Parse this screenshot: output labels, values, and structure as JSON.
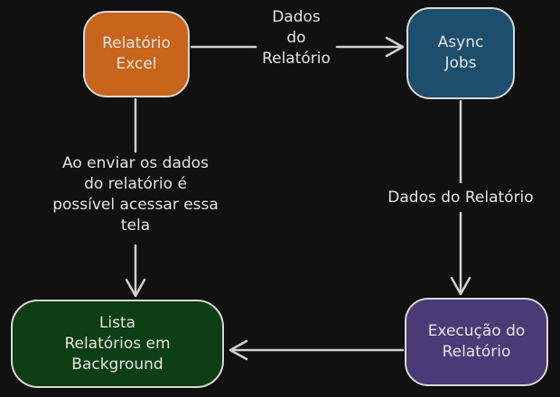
{
  "canvas": {
    "background": "#111111",
    "stroke": "#d2d2d2",
    "text_color": "#e6e4e1",
    "node_border": "#d9d9d9"
  },
  "nodes": {
    "relatorio_excel": {
      "label": "Relatório\nExcel",
      "fill": "#c8641b"
    },
    "async_jobs": {
      "label": "Async\nJobs",
      "fill": "#1d4e6d"
    },
    "lista_relatorios_background": {
      "label": "Lista\nRelatórios em\nBackground",
      "fill": "#0e3e13"
    },
    "execucao_relatorio": {
      "label": "Execução do\nRelatório",
      "fill": "#4a3b77"
    }
  },
  "edge_labels": {
    "excel_to_async": "Dados\ndo\nRelatório",
    "excel_to_lista": "Ao enviar os dados\ndo relatório é\npossível acessar essa\ntela",
    "async_to_execucao": "Dados do Relatório"
  }
}
